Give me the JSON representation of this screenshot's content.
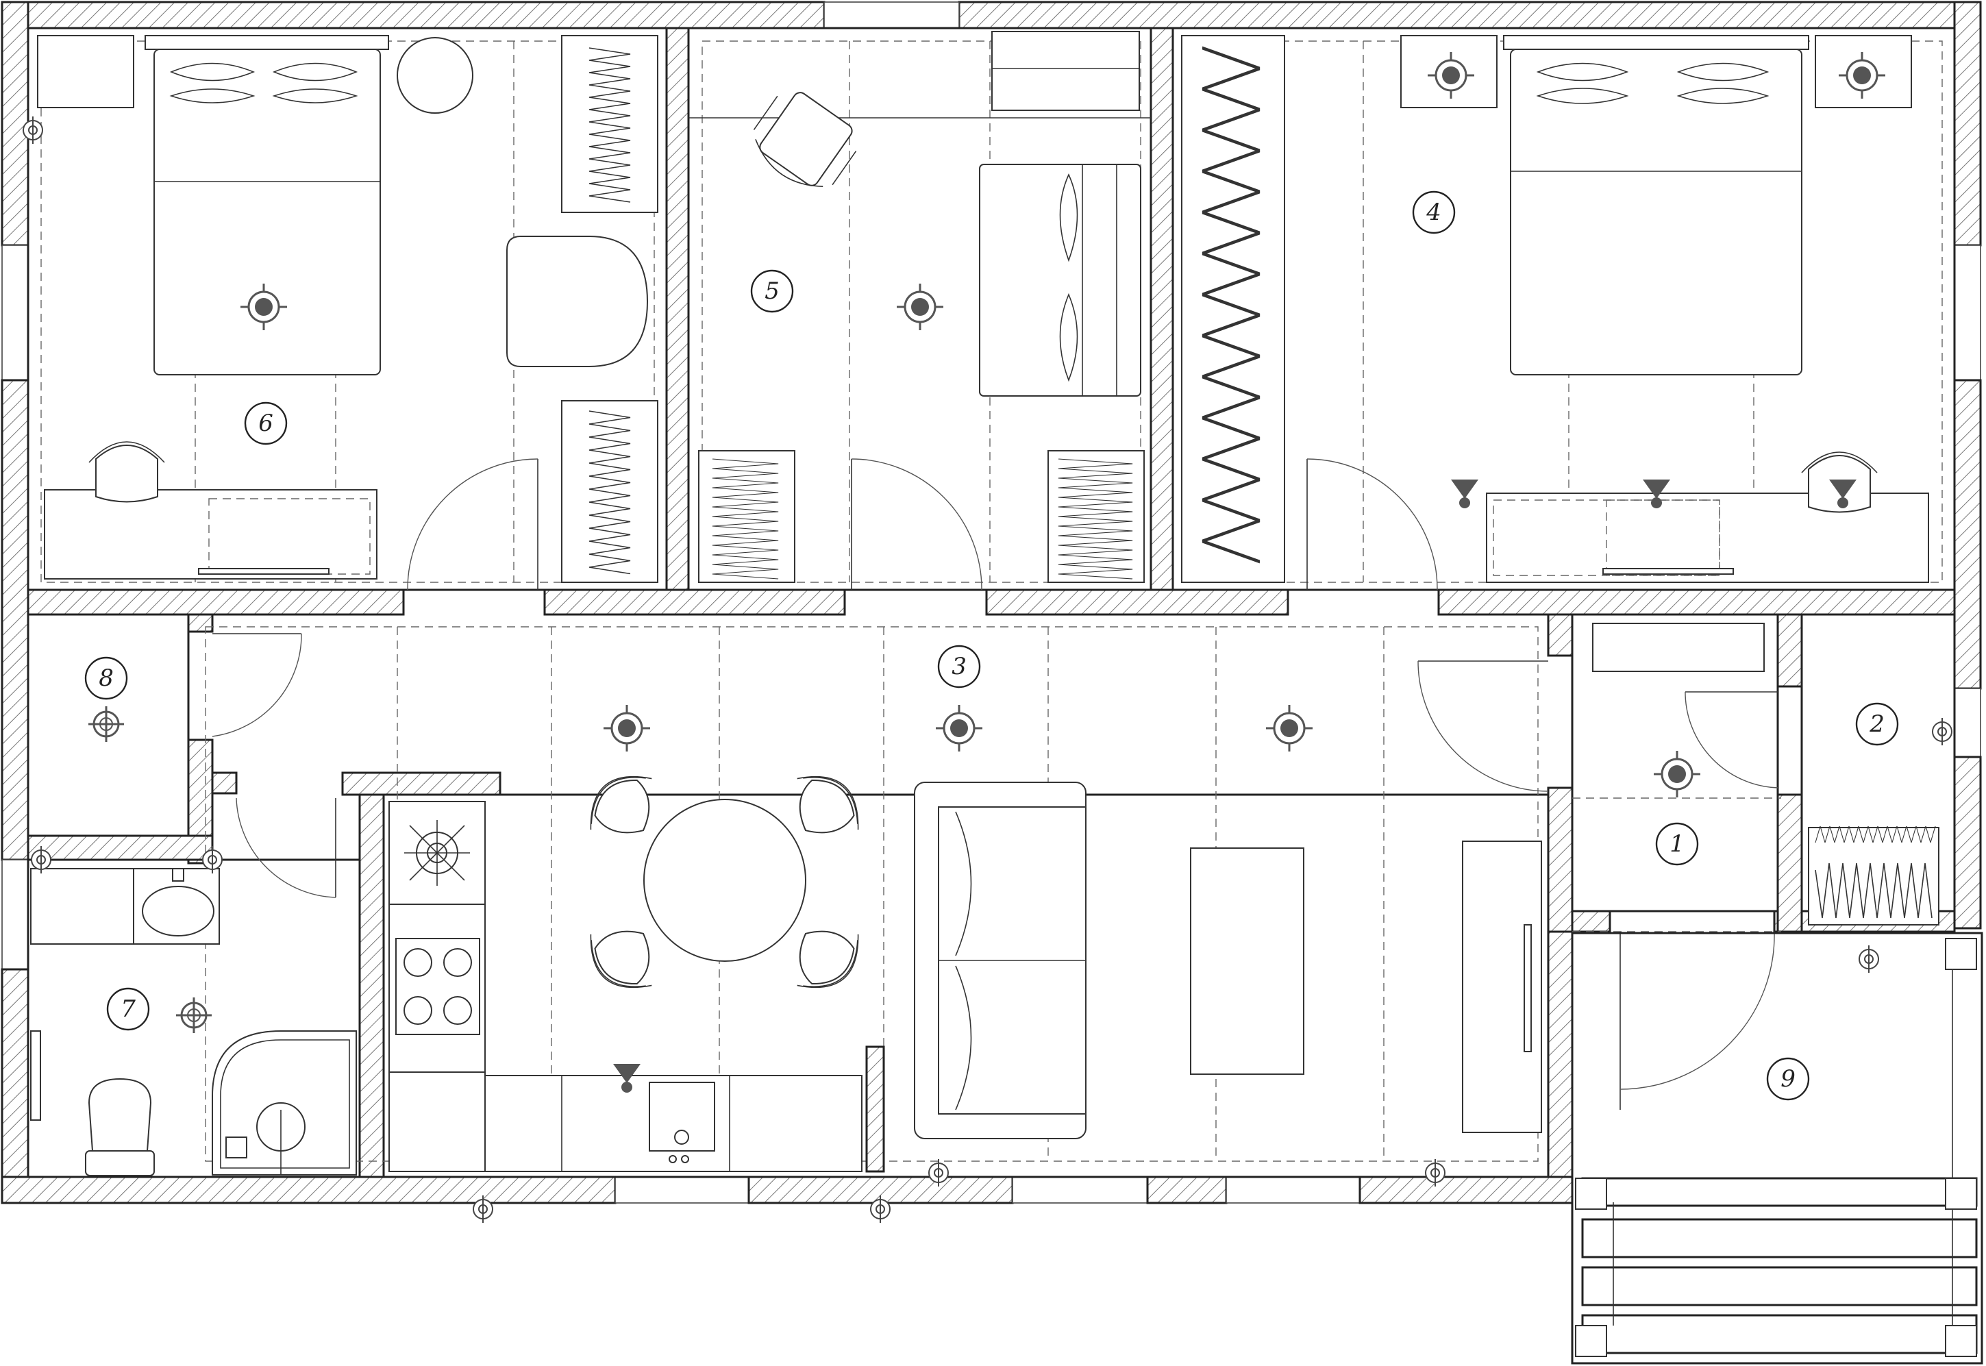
{
  "rooms": [
    {
      "id": "1",
      "label": "1"
    },
    {
      "id": "2",
      "label": "2"
    },
    {
      "id": "3",
      "label": "3"
    },
    {
      "id": "4",
      "label": "4"
    },
    {
      "id": "5",
      "label": "5"
    },
    {
      "id": "6",
      "label": "6"
    },
    {
      "id": "7",
      "label": "7"
    },
    {
      "id": "8",
      "label": "8"
    },
    {
      "id": "9",
      "label": "9"
    }
  ],
  "colors": {
    "wall_stroke": "#222222",
    "hatch": "#666666",
    "fixture": "#555555"
  }
}
